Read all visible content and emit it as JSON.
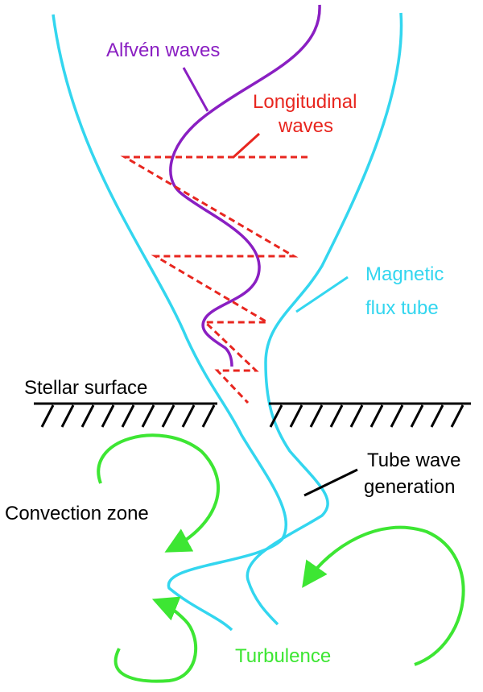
{
  "labels": {
    "alfven": "Alfvén waves",
    "longitudinal_line1": "Longitudinal",
    "longitudinal_line2": "waves",
    "magnetic_line1": "Magnetic",
    "magnetic_line2": "flux tube",
    "stellar_surface": "Stellar surface",
    "tube_wave_line1": "Tube wave",
    "tube_wave_line2": "generation",
    "convection_zone": "Convection zone",
    "turbulence": "Turbulence"
  },
  "colors": {
    "alfven": "#8a1fc2",
    "longitudinal": "#e8261f",
    "flux_tube": "#33d6ef",
    "turbulence": "#3de633",
    "ink": "#000000"
  },
  "icons": {
    "convection_arrows": "curved-arrow-icon",
    "surface_hatch": "hatch-pattern"
  }
}
